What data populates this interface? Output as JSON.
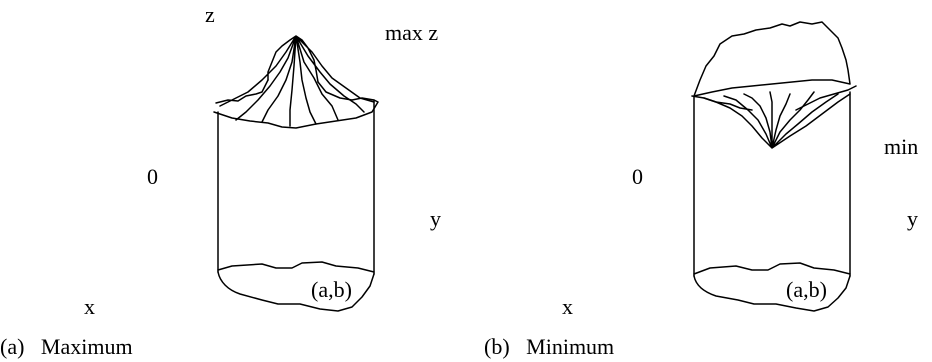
{
  "figure": {
    "panels": [
      {
        "id": "a",
        "caption": "(a)   Maximum",
        "labels": {
          "z": "z",
          "extremum": "max z",
          "origin": "0",
          "y": "y",
          "x": "x",
          "point": "(a,b)"
        }
      },
      {
        "id": "b",
        "caption": "(b)   Minimum",
        "labels": {
          "extremum": "min",
          "origin": "0",
          "y": "y",
          "x": "x",
          "point": "(a,b)"
        }
      }
    ]
  }
}
